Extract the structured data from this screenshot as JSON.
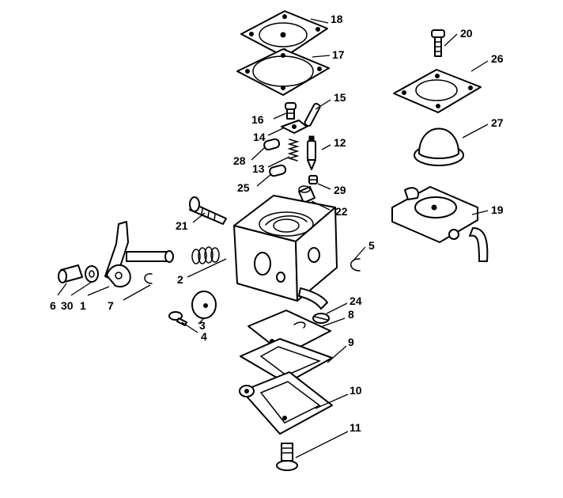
{
  "diagram": {
    "background": "#ffffff",
    "ink": "#000000",
    "callouts": [
      "1",
      "2",
      "3",
      "4",
      "5",
      "6",
      "7",
      "8",
      "9",
      "10",
      "11",
      "12",
      "13",
      "14",
      "15",
      "16",
      "17",
      "18",
      "19",
      "20",
      "21",
      "22",
      "24",
      "25",
      "26",
      "27",
      "28",
      "29",
      "30"
    ]
  }
}
